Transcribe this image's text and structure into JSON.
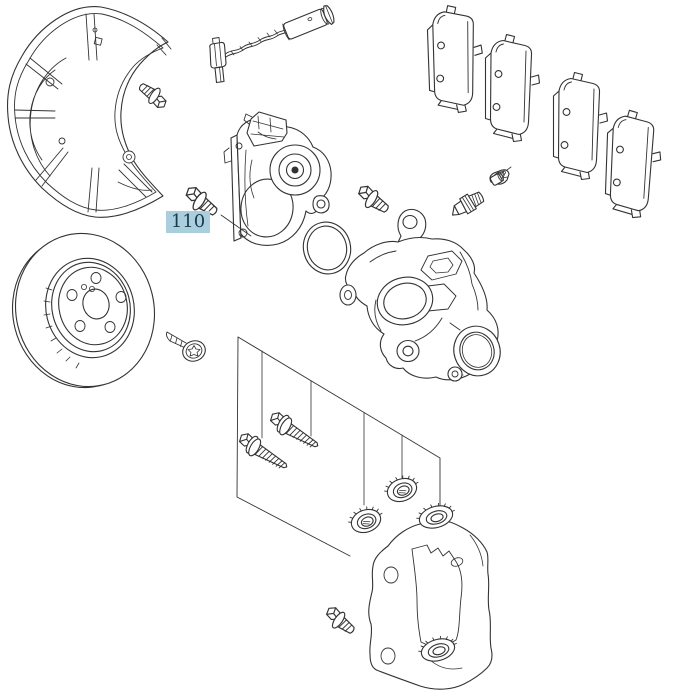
{
  "window": {
    "background": "#ffffff"
  },
  "callout": {
    "label": "110",
    "bg_color": "#a9cedd",
    "text_color": "#1c3b49"
  },
  "colors": {
    "line_art": "#333333",
    "paper": "#ffffff"
  },
  "parts": [
    {
      "name": "brake-dust-shield"
    },
    {
      "name": "shield-bolt"
    },
    {
      "name": "brake-pad-wear-sensor"
    },
    {
      "name": "brake-pad-outer-left"
    },
    {
      "name": "brake-pad-inner-left"
    },
    {
      "name": "brake-pad-inner-right"
    },
    {
      "name": "brake-pad-outer-right"
    },
    {
      "name": "pad-retainer-clip"
    },
    {
      "name": "bleeder-valve"
    },
    {
      "name": "bleeder-cap"
    },
    {
      "name": "caliper-guide-bolt"
    },
    {
      "name": "bolt-110"
    },
    {
      "name": "parking-brake-actuator"
    },
    {
      "name": "actuator-seal-ring"
    },
    {
      "name": "brake-caliper"
    },
    {
      "name": "brake-disc"
    },
    {
      "name": "disc-retaining-screw"
    },
    {
      "name": "hardware-panel"
    },
    {
      "name": "guide-pin-bolt-1"
    },
    {
      "name": "guide-pin-bolt-2"
    },
    {
      "name": "guide-bushing-1"
    },
    {
      "name": "guide-bushing-2"
    },
    {
      "name": "caliper-carrier-bracket"
    },
    {
      "name": "carrier-guide-boot-top"
    },
    {
      "name": "carrier-guide-boot-bottom"
    },
    {
      "name": "carrier-bolt"
    }
  ]
}
